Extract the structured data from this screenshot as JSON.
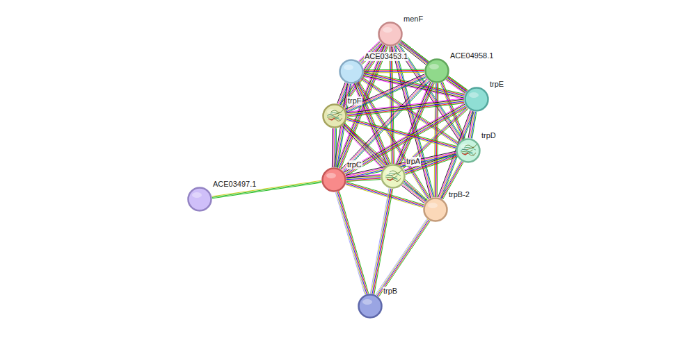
{
  "diagram": {
    "nodes": [
      {
        "text": [
          "menF"
        ]
      },
      {
        "text": [
          "ACE03453.1"
        ]
      },
      {
        "text": [
          "ACE04958.1"
        ]
      },
      {
        "text": [
          "trpE"
        ]
      },
      {
        "text": [
          "trpF"
        ]
      },
      {
        "text": [
          "trpD"
        ]
      },
      {
        "text": [
          "trpA"
        ]
      },
      {
        "text": [
          "trpC"
        ]
      },
      {
        "text": [
          "ACE03497.1"
        ]
      },
      {
        "text": [
          "trpB-2"
        ]
      },
      {
        "text": [
          "trpB"
        ]
      }
    ],
    "edges": [
      {
        "from": 0,
        "to": 1,
        "arrow": "none"
      },
      {
        "from": 0,
        "to": 2,
        "arrow": "none"
      },
      {
        "from": 0,
        "to": 3,
        "arrow": "none"
      },
      {
        "from": 0,
        "to": 4,
        "arrow": "none"
      },
      {
        "from": 0,
        "to": 5,
        "arrow": "none"
      },
      {
        "from": 0,
        "to": 6,
        "arrow": "none"
      },
      {
        "from": 0,
        "to": 7,
        "arrow": "none"
      },
      {
        "from": 0,
        "to": 9,
        "arrow": "none"
      },
      {
        "from": 1,
        "to": 2,
        "arrow": "none"
      },
      {
        "from": 1,
        "to": 3,
        "arrow": "none"
      },
      {
        "from": 1,
        "to": 4,
        "arrow": "none"
      },
      {
        "from": 1,
        "to": 5,
        "arrow": "none"
      },
      {
        "from": 1,
        "to": 6,
        "arrow": "none"
      },
      {
        "from": 1,
        "to": 7,
        "arrow": "none"
      },
      {
        "from": 1,
        "to": 9,
        "arrow": "none"
      },
      {
        "from": 2,
        "to": 3,
        "arrow": "none"
      },
      {
        "from": 2,
        "to": 4,
        "arrow": "none"
      },
      {
        "from": 2,
        "to": 5,
        "arrow": "none"
      },
      {
        "from": 2,
        "to": 6,
        "arrow": "none"
      },
      {
        "from": 2,
        "to": 7,
        "arrow": "none"
      },
      {
        "from": 2,
        "to": 9,
        "arrow": "none"
      },
      {
        "from": 3,
        "to": 4,
        "arrow": "none"
      },
      {
        "from": 3,
        "to": 5,
        "arrow": "none"
      },
      {
        "from": 3,
        "to": 6,
        "arrow": "none"
      },
      {
        "from": 3,
        "to": 7,
        "arrow": "none"
      },
      {
        "from": 3,
        "to": 9,
        "arrow": "none"
      },
      {
        "from": 4,
        "to": 5,
        "arrow": "none"
      },
      {
        "from": 4,
        "to": 6,
        "arrow": "none"
      },
      {
        "from": 4,
        "to": 7,
        "arrow": "none"
      },
      {
        "from": 4,
        "to": 9,
        "arrow": "none"
      },
      {
        "from": 5,
        "to": 6,
        "arrow": "none"
      },
      {
        "from": 5,
        "to": 7,
        "arrow": "none"
      },
      {
        "from": 5,
        "to": 9,
        "arrow": "none"
      },
      {
        "from": 6,
        "to": 7,
        "arrow": "none"
      },
      {
        "from": 6,
        "to": 9,
        "arrow": "none"
      },
      {
        "from": 7,
        "to": 9,
        "arrow": "none"
      },
      {
        "from": 7,
        "to": 8,
        "arrow": "none"
      },
      {
        "from": 7,
        "to": 10,
        "arrow": "none"
      },
      {
        "from": 6,
        "to": 10,
        "arrow": "none"
      },
      {
        "from": 9,
        "to": 10,
        "arrow": "none"
      }
    ]
  }
}
